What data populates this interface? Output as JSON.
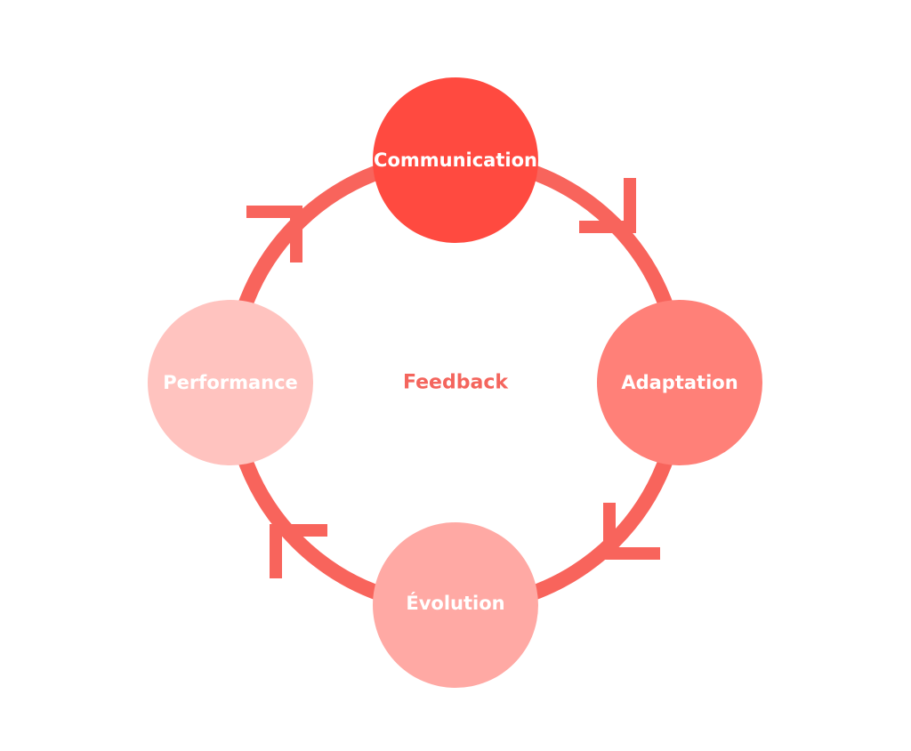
{
  "diagram": {
    "center": {
      "label": "Feedback",
      "color": "#f4655d"
    },
    "ring_color": "#f8645c",
    "nodes": [
      {
        "label": "Communication",
        "color": "#ff4a40"
      },
      {
        "label": "Adaptation",
        "color": "#ff8078"
      },
      {
        "label": "Évolution",
        "color": "#ffa9a4"
      },
      {
        "label": "Performance",
        "color": "#ffc3bf"
      }
    ]
  }
}
